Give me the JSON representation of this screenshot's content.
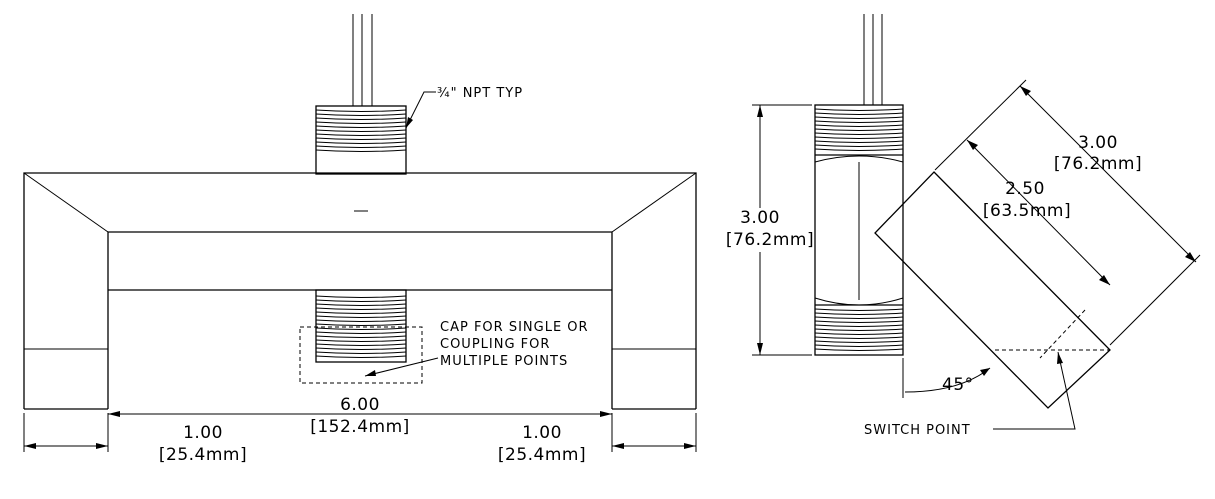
{
  "front_view": {
    "npt_note": "¾\" NPT TYP",
    "cap_note": [
      "CAP FOR SINGLE OR",
      "COUPLING FOR",
      "MULTIPLE POINTS"
    ],
    "dim_total": {
      "inch": "6.00",
      "mm": "[152.4mm]"
    },
    "dim_left": {
      "inch": "1.00",
      "mm": "[25.4mm]"
    },
    "dim_right": {
      "inch": "1.00",
      "mm": "[25.4mm]"
    }
  },
  "side_view": {
    "dim_height": {
      "inch": "3.00",
      "mm": "[76.2mm]"
    },
    "dim_float_outer": {
      "inch": "3.00",
      "mm": "[76.2mm]"
    },
    "dim_float_inner": {
      "inch": "2.50",
      "mm": "[63.5mm]"
    },
    "angle": "45°",
    "switch_point": "SWITCH POINT"
  }
}
